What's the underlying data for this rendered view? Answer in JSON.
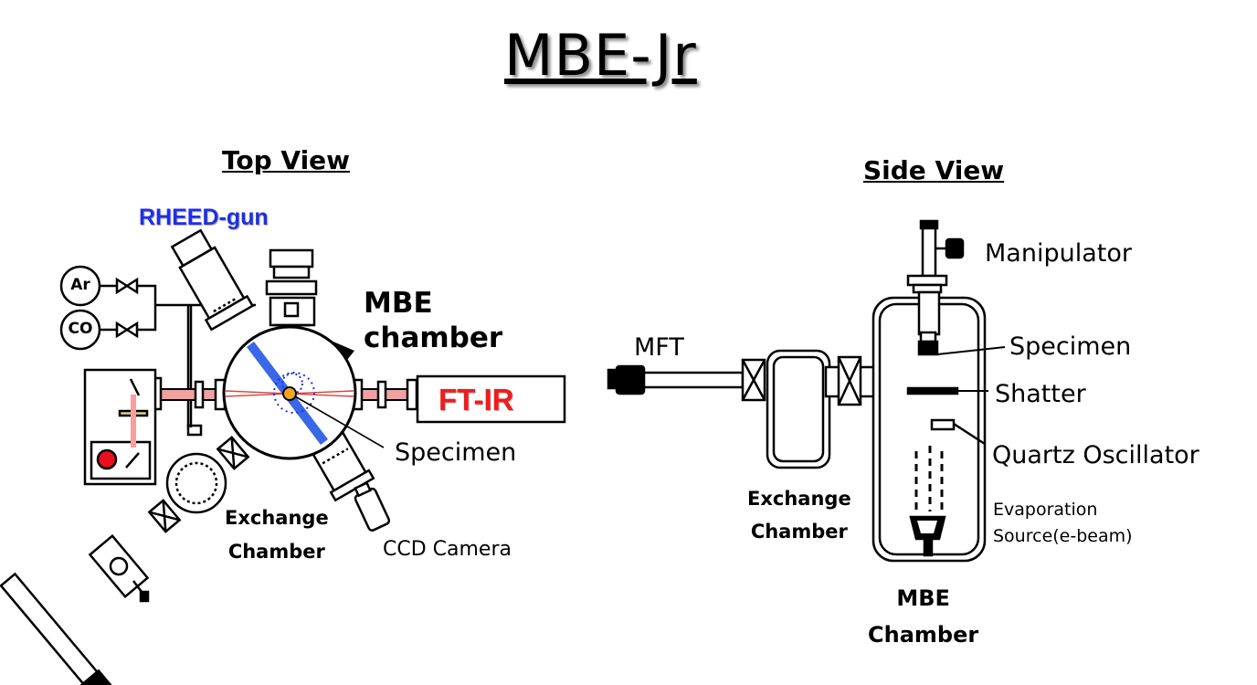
{
  "title": "MBE-Jr",
  "top_view": {
    "heading": "Top View",
    "rheed_gun": "RHEED-gun",
    "mbe_chamber_line1": "MBE",
    "mbe_chamber_line2": "chamber",
    "ftir": "FT-IR",
    "specimen": "Specimen",
    "exchange_line1": "Exchange",
    "exchange_line2": "Chamber",
    "ccd_camera": "CCD Camera",
    "gas_ar": "Ar",
    "gas_co": "CO"
  },
  "side_view": {
    "heading": "Side View",
    "manipulator": "Manipulator",
    "specimen": "Specimen",
    "shatter": "Shatter",
    "quartz": "Quartz Oscillator",
    "evap_line1": "Evaporation",
    "evap_line2": "Source(e-beam)",
    "mft": "MFT",
    "exchange_line1": "Exchange",
    "exchange_line2": "Chamber",
    "mbe_line1": "MBE",
    "mbe_line2": "Chamber"
  },
  "colors": {
    "rheed_text": "#1e2fe6",
    "rheed_beam": "#3a66e8",
    "ftir_text": "#ee1c1c",
    "ir_beam": "#f2a0a0",
    "specimen_dot": "#f5a623",
    "lamp": "#e8101a"
  }
}
